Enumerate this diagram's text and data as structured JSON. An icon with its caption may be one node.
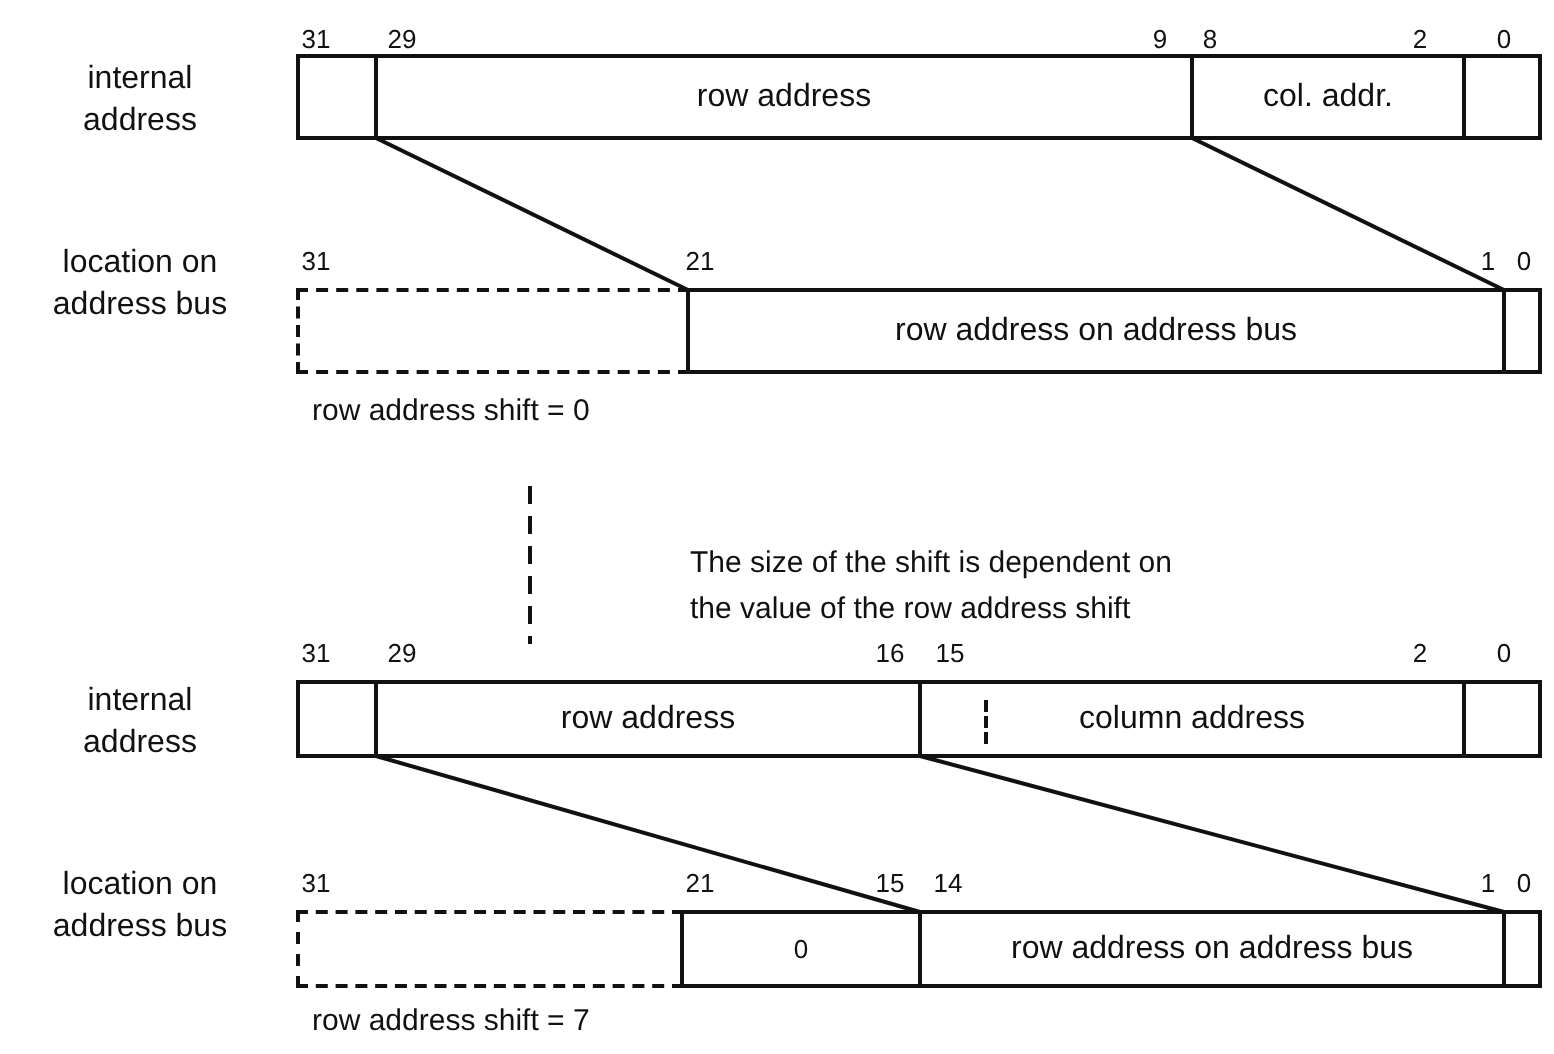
{
  "diagram": {
    "nodes": [
      {
        "text": [],
        "shape": "box"
      },
      {
        "text": [
          "row address"
        ]
      },
      {
        "text": [
          "col. addr."
        ]
      },
      {
        "text": [],
        "shape": "box"
      },
      {
        "text": [],
        "shape": "box"
      },
      {
        "text": [
          "row address on address bus"
        ]
      },
      {
        "text": [],
        "shape": "box"
      },
      {
        "text": [],
        "shape": "box"
      },
      {
        "text": [
          "row address"
        ]
      },
      {
        "text": [
          "column address"
        ]
      },
      {
        "text": [],
        "shape": "box"
      },
      {
        "text": [],
        "shape": "box"
      },
      {
        "text": [
          "0"
        ]
      },
      {
        "text": [
          "row address on address bus"
        ]
      },
      {
        "text": [],
        "shape": "box"
      }
    ],
    "edges": [
      {
        "from": 1,
        "to": 5,
        "arrow": "none"
      },
      {
        "from": 1,
        "to": 5,
        "arrow": "none"
      },
      {
        "from": 8,
        "to": 13,
        "arrow": "none"
      },
      {
        "from": 8,
        "to": 13,
        "arrow": "none"
      }
    ],
    "labels": [
      "31",
      "29",
      "9",
      "8",
      "2",
      "0",
      "internal address",
      "31",
      "21",
      "1",
      "0",
      "location on address bus",
      "row address shift = 0",
      "The size of the shift is dependent on the value of the row address shift",
      "31",
      "29",
      "16",
      "15",
      "2",
      "0",
      "internal address",
      "31",
      "21",
      "15",
      "14",
      "1",
      "0",
      "location on address bus",
      "row address shift = 7"
    ]
  }
}
